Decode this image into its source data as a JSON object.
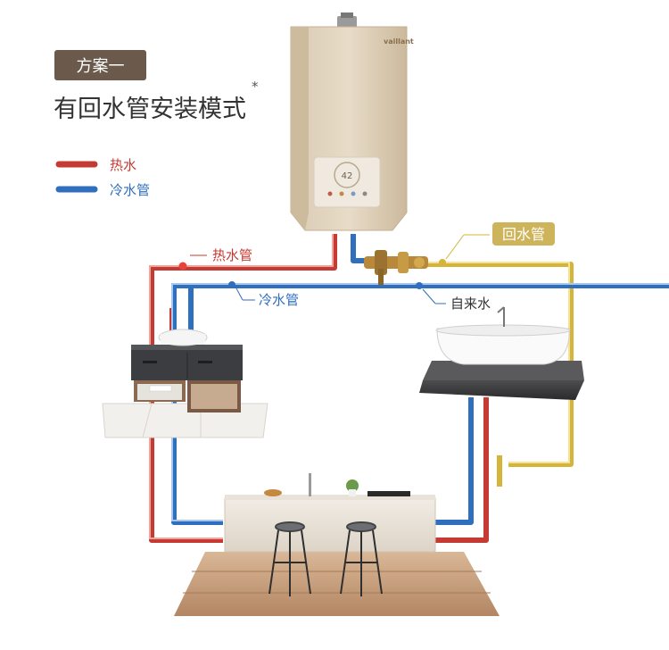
{
  "header": {
    "plan_label": "方案一",
    "title": "有回水管安装模式",
    "title_mark": "*"
  },
  "legend": {
    "items": [
      {
        "label": "热水",
        "color": "#c53a32"
      },
      {
        "label": "冷水管",
        "color": "#2f6fbe"
      }
    ]
  },
  "heater": {
    "brand": "vaillant",
    "display_value": "42"
  },
  "pipe_labels": {
    "hot": "热水管",
    "cold": "冷水管",
    "tap": "自来水",
    "return": "回水管"
  },
  "colors": {
    "hot_pipe": "#c53a32",
    "cold_pipe": "#2f6fbe",
    "return_pipe": "#d6b43a",
    "plan_badge_bg": "#6b5a4c",
    "return_badge_bg": "#cdb45a"
  }
}
